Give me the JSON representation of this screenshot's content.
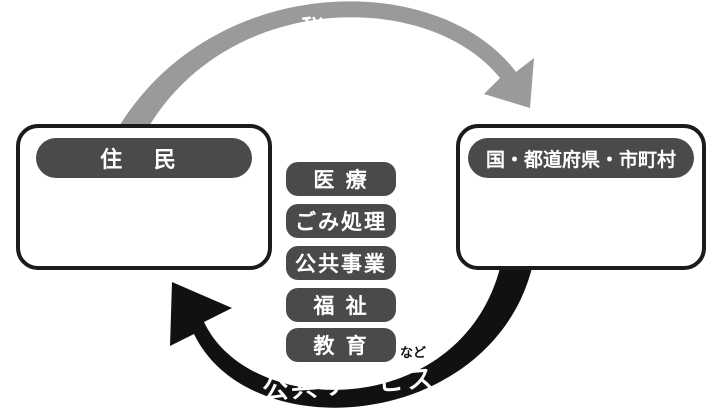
{
  "tax_flow": {
    "label": "税 金"
  },
  "residents": {
    "title": "住 民"
  },
  "government": {
    "title": "国・都道府県・市町村"
  },
  "services": {
    "items": [
      "医 療",
      "ごみ処理",
      "公共事業",
      "福 祉",
      "教 育"
    ],
    "suffix": "など"
  },
  "service_flow": {
    "label": "公共サービス"
  },
  "colors": {
    "arrow_gray": "#9a9a9a",
    "arrow_black": "#111111",
    "pill": "#4a4a4a"
  }
}
